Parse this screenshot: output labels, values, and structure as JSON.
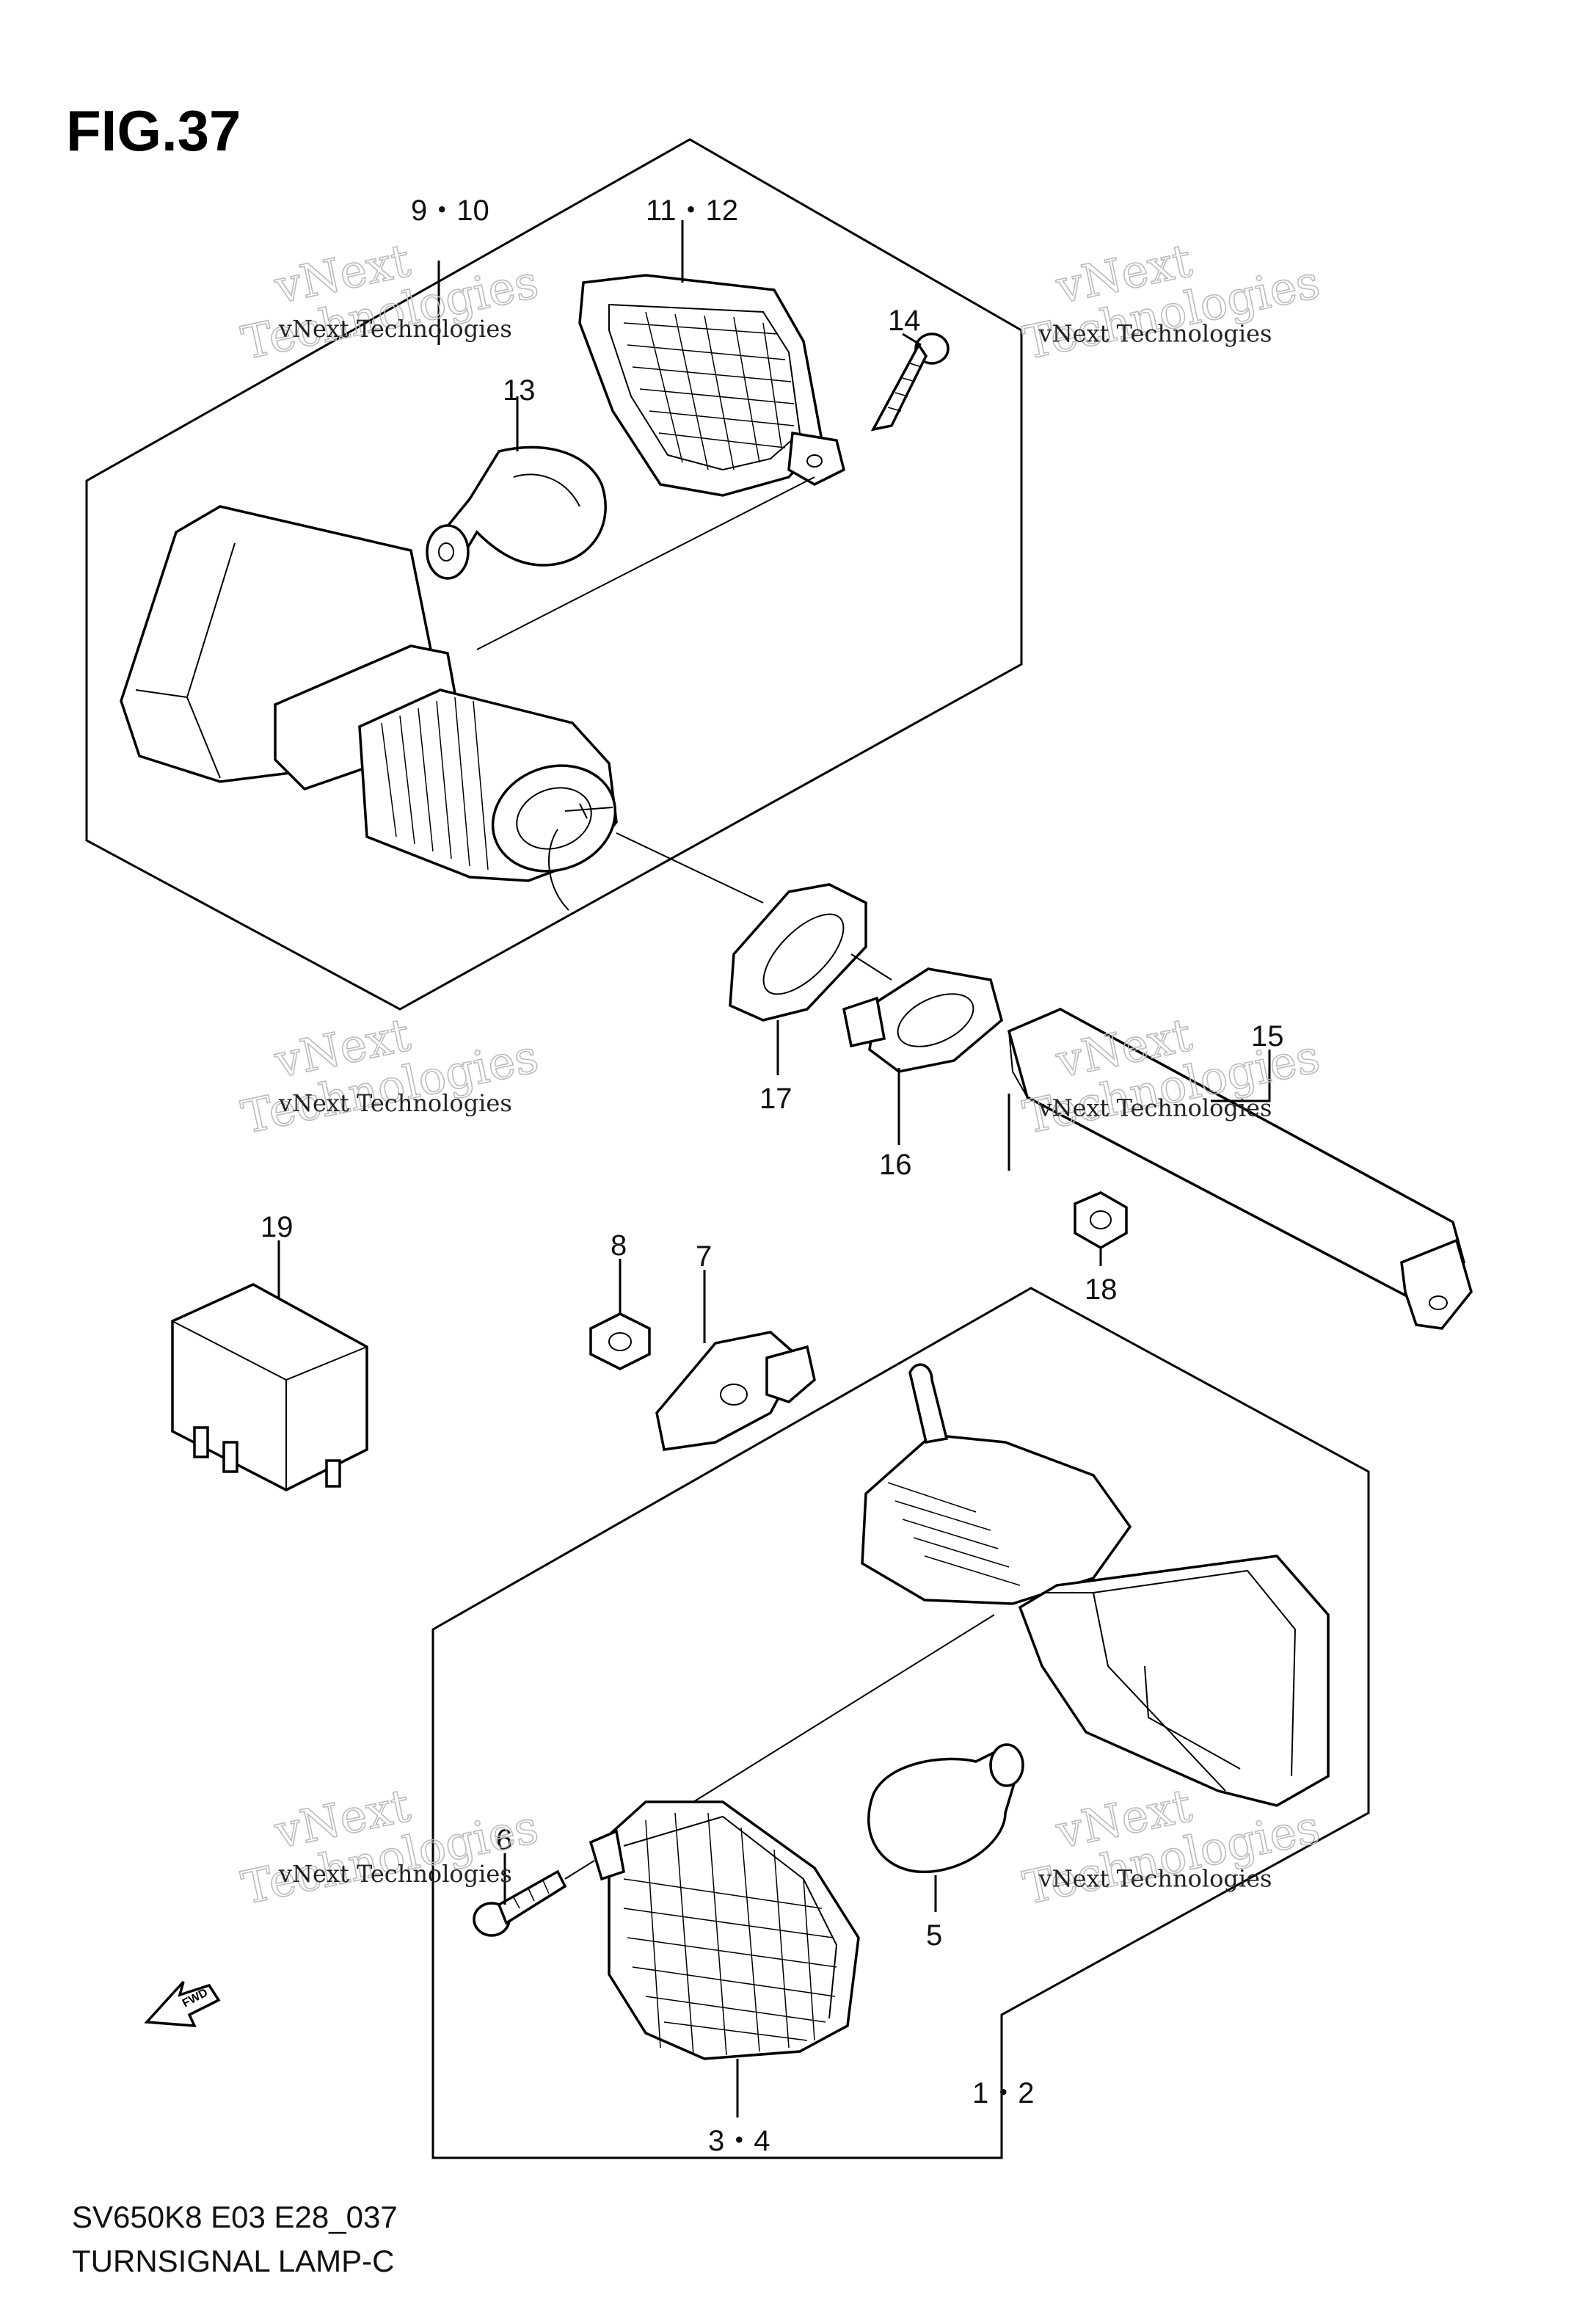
{
  "figure": {
    "title": "FIG.37",
    "model_code": "SV650K8 E03 E28_037",
    "section_name": "TURNSIGNAL LAMP-C",
    "fwd_label": "FWD"
  },
  "callouts": [
    {
      "id": "c-9-10",
      "text": "9・10"
    },
    {
      "id": "c-11-12",
      "text": "11・12"
    },
    {
      "id": "c-13",
      "text": "13"
    },
    {
      "id": "c-14",
      "text": "14"
    },
    {
      "id": "c-15",
      "text": "15"
    },
    {
      "id": "c-16",
      "text": "16"
    },
    {
      "id": "c-17",
      "text": "17"
    },
    {
      "id": "c-18",
      "text": "18"
    },
    {
      "id": "c-19",
      "text": "19"
    },
    {
      "id": "c-8",
      "text": "8"
    },
    {
      "id": "c-7",
      "text": "7"
    },
    {
      "id": "c-6",
      "text": "6"
    },
    {
      "id": "c-5",
      "text": "5"
    },
    {
      "id": "c-3-4",
      "text": "3・4"
    },
    {
      "id": "c-1-2",
      "text": "1・2"
    }
  ],
  "watermark": {
    "line_small": "vNext Technologies",
    "line_large_1": "vNext",
    "line_large_2": "Technologies"
  }
}
